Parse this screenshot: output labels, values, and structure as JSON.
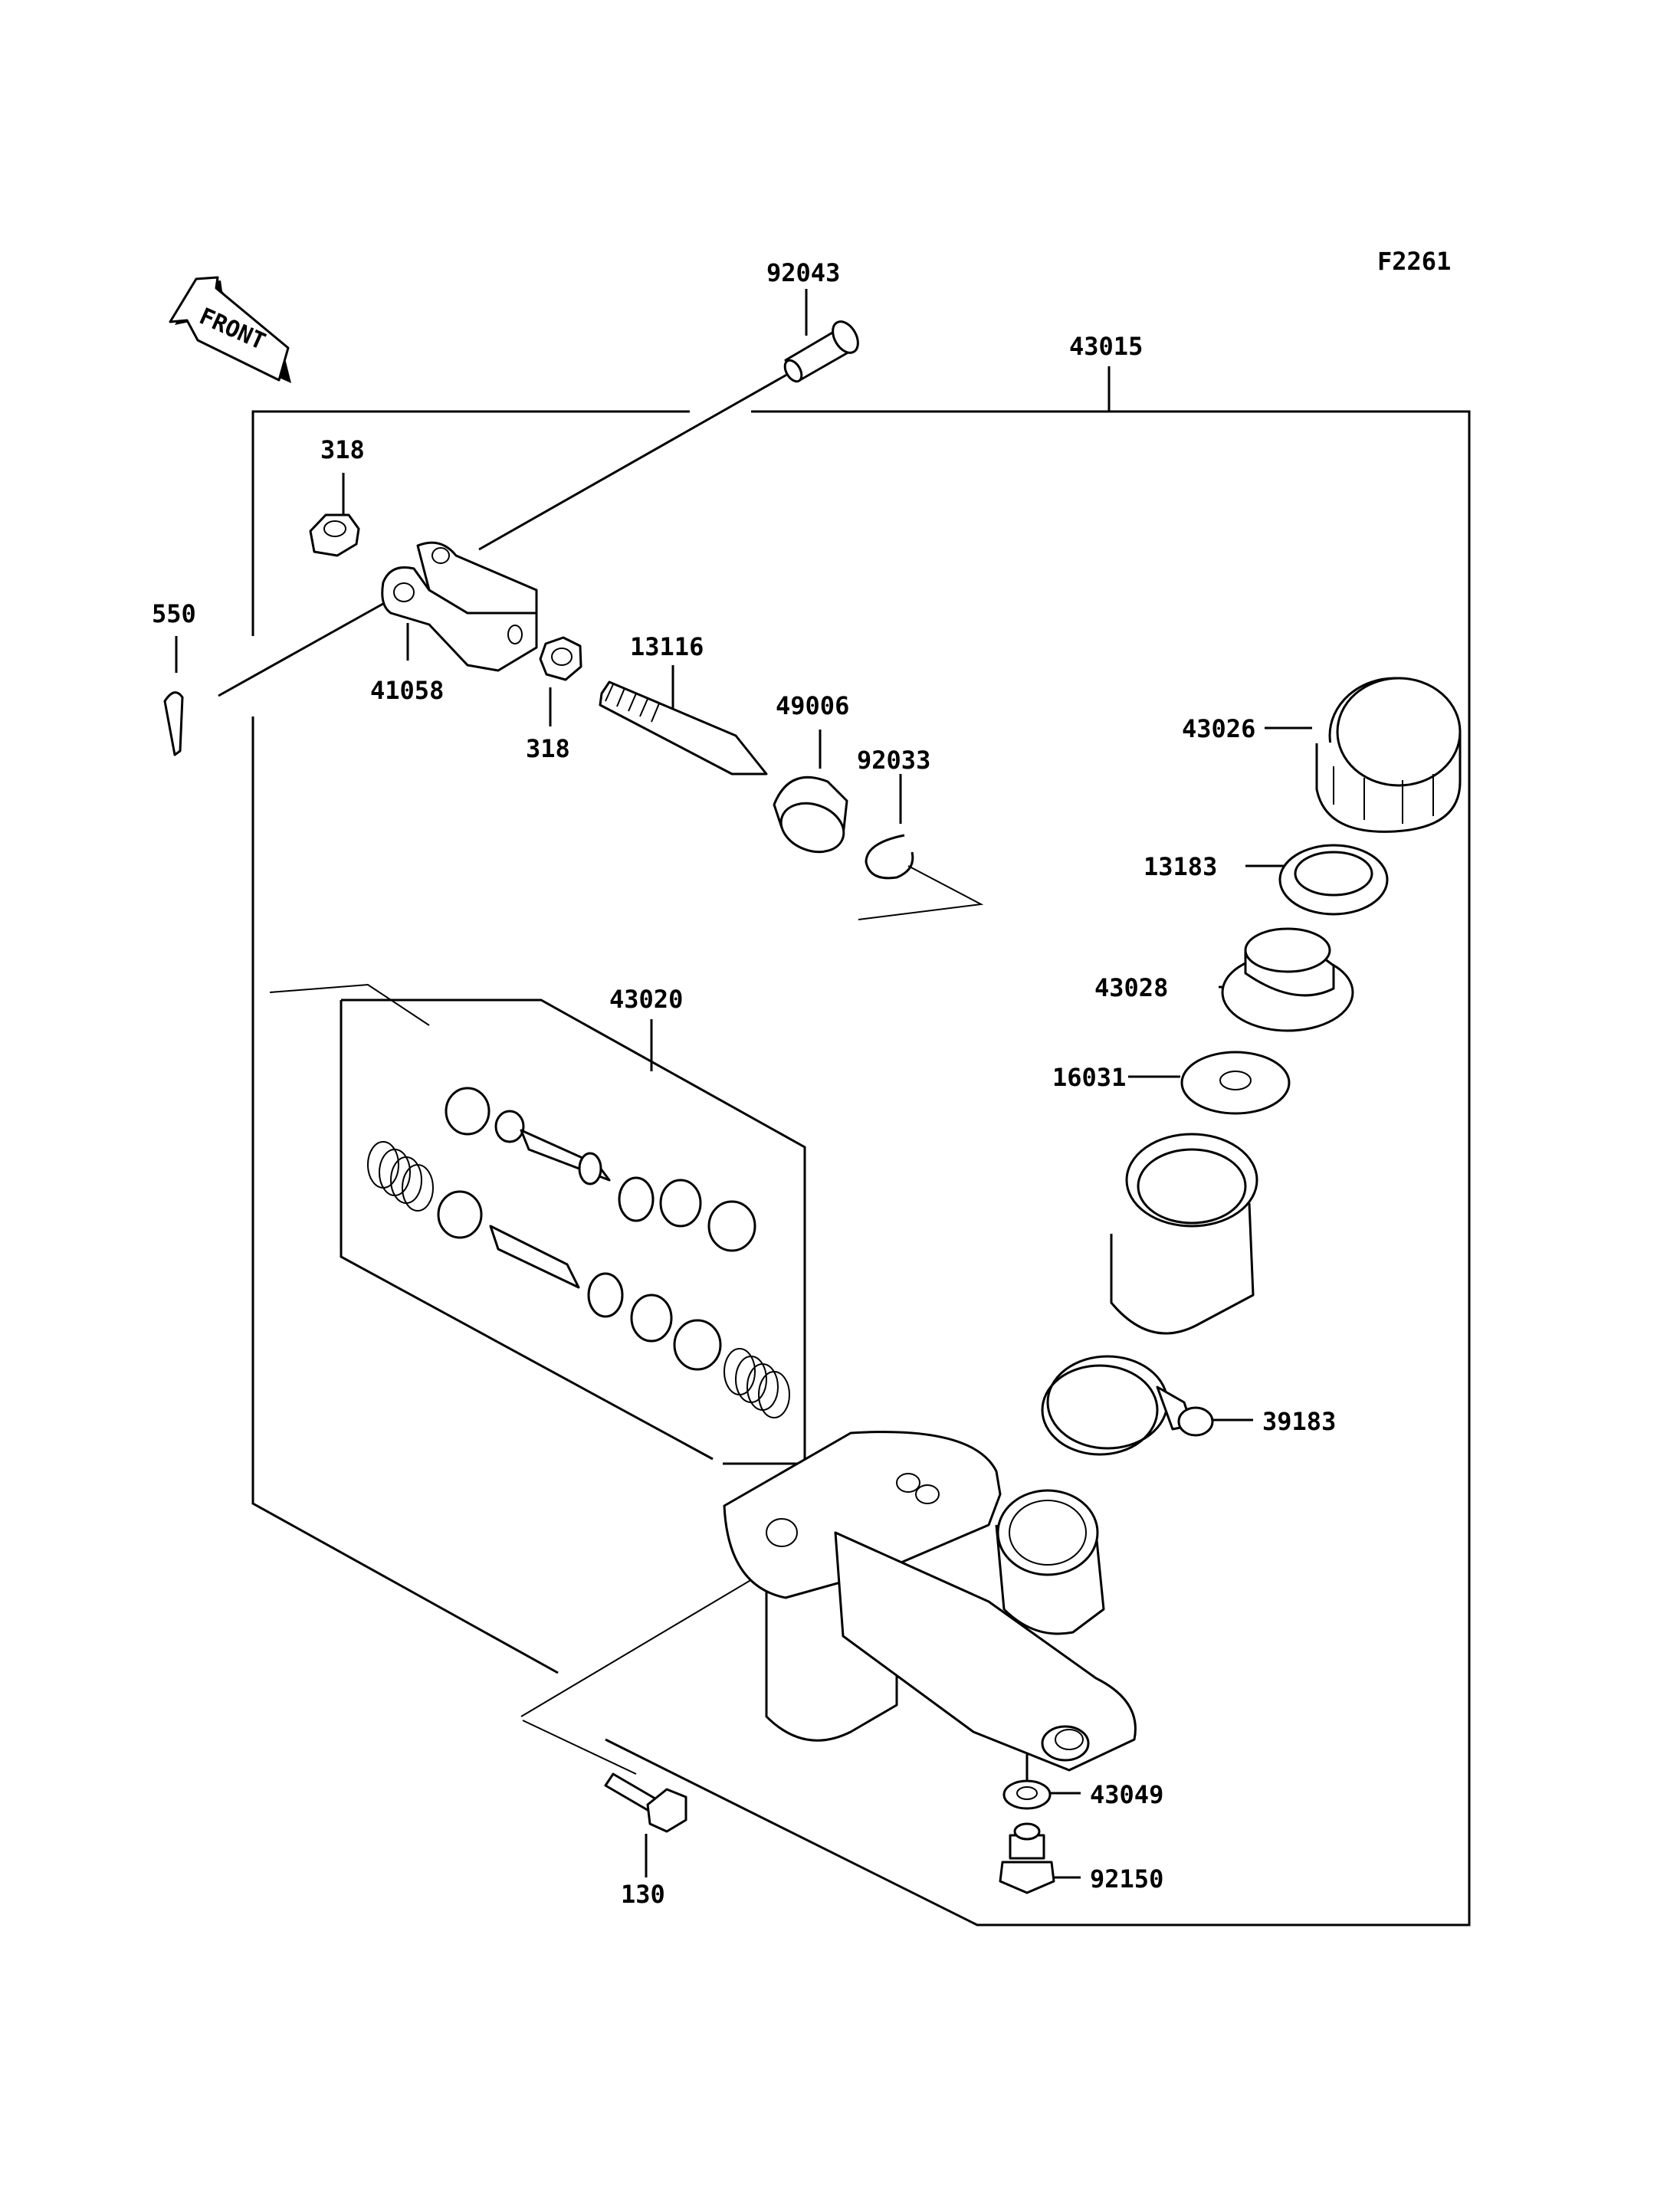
{
  "figure_code": "F2261",
  "front_arrow_text": "FRONT",
  "labels": {
    "p92043": "92043",
    "p43015": "43015",
    "p318_top": "318",
    "p550": "550",
    "p41058": "41058",
    "p318_bottom": "318",
    "p13116": "13116",
    "p49006": "49006",
    "p92033": "92033",
    "p43026": "43026",
    "p13183": "13183",
    "p43028": "43028",
    "p16031": "16031",
    "p43020": "43020",
    "p39183": "39183",
    "p43049": "43049",
    "p92150": "92150",
    "p130": "130"
  }
}
